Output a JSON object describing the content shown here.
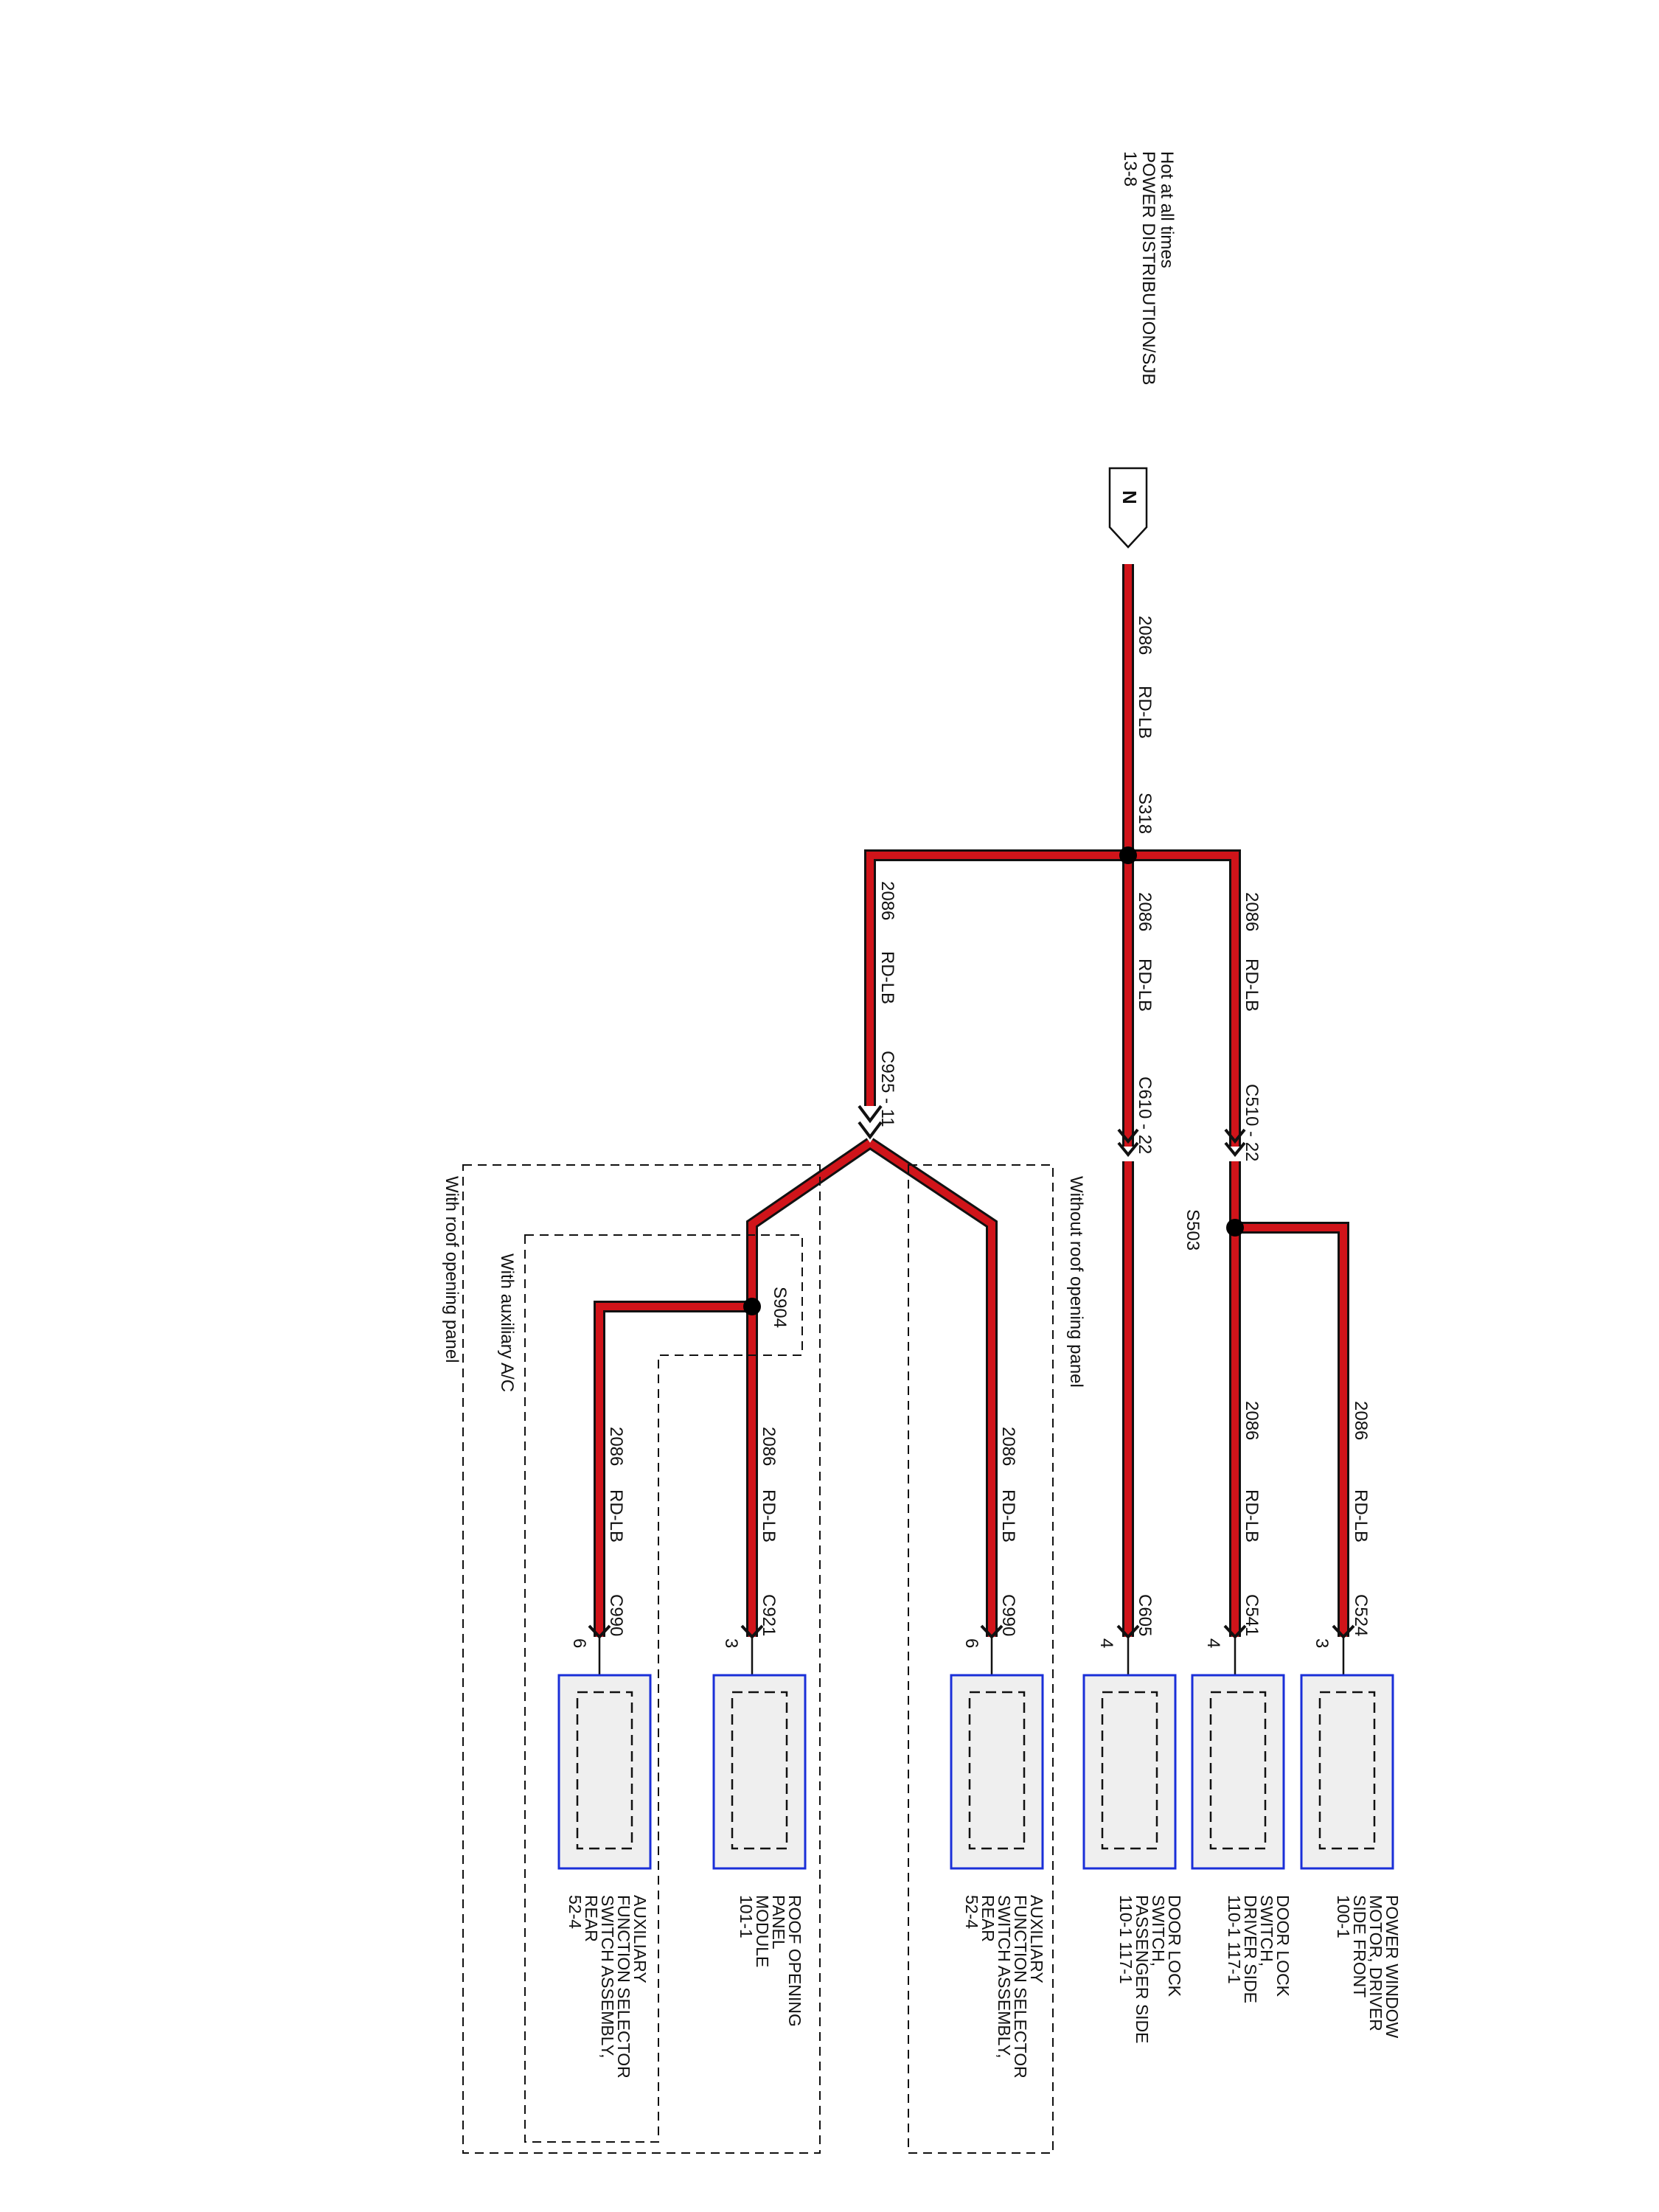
{
  "source": {
    "lines": [
      "Hot at all times",
      "POWER DISTRIBUTION/SJB",
      "13-8"
    ],
    "connector_letter": "N"
  },
  "wire": {
    "circuit": "2086",
    "color_code": "RD-LB"
  },
  "splices": {
    "s318": "S318",
    "s503": "S503",
    "s904": "S904"
  },
  "inline_connectors": {
    "c510": "C510 - 22",
    "c610": "C610 - 22",
    "c925": "C925 - 11"
  },
  "option_groups": {
    "without_roof": "Without roof opening panel",
    "with_roof": "With roof opening panel",
    "with_aux_ac": "With auxiliary A/C"
  },
  "components": [
    {
      "id": "pwm",
      "connector": "C524",
      "pin": "3",
      "lines": [
        "POWER WINDOW",
        "MOTOR, DRIVER",
        "SIDE FRONT",
        "100-1"
      ]
    },
    {
      "id": "dlsd",
      "connector": "C541",
      "pin": "4",
      "lines": [
        "DOOR LOCK",
        "SWITCH,",
        "DRIVER SIDE",
        "110-1    117-1"
      ]
    },
    {
      "id": "dlsp",
      "connector": "C605",
      "pin": "4",
      "lines": [
        "DOOR LOCK",
        "SWITCH,",
        "PASSENGER SIDE",
        "110-1    117-1"
      ]
    },
    {
      "id": "aux1",
      "connector": "C990",
      "pin": "6",
      "lines": [
        "AUXILIARY",
        "FUNCTION SELECTOR",
        "SWITCH ASSEMBLY,",
        "REAR",
        "52-4"
      ]
    },
    {
      "id": "ropm",
      "connector": "C921",
      "pin": "3",
      "lines": [
        "ROOF OPENING",
        "PANEL",
        "MODULE",
        "101-1"
      ]
    },
    {
      "id": "aux2",
      "connector": "C990",
      "pin": "6",
      "lines": [
        "AUXILIARY",
        "FUNCTION SELECTOR",
        "SWITCH ASSEMBLY,",
        "REAR",
        "52-4"
      ]
    }
  ],
  "colors": {
    "wire": "#d0141a",
    "component_border": "#1a2fd8",
    "component_fill": "#efefef"
  }
}
